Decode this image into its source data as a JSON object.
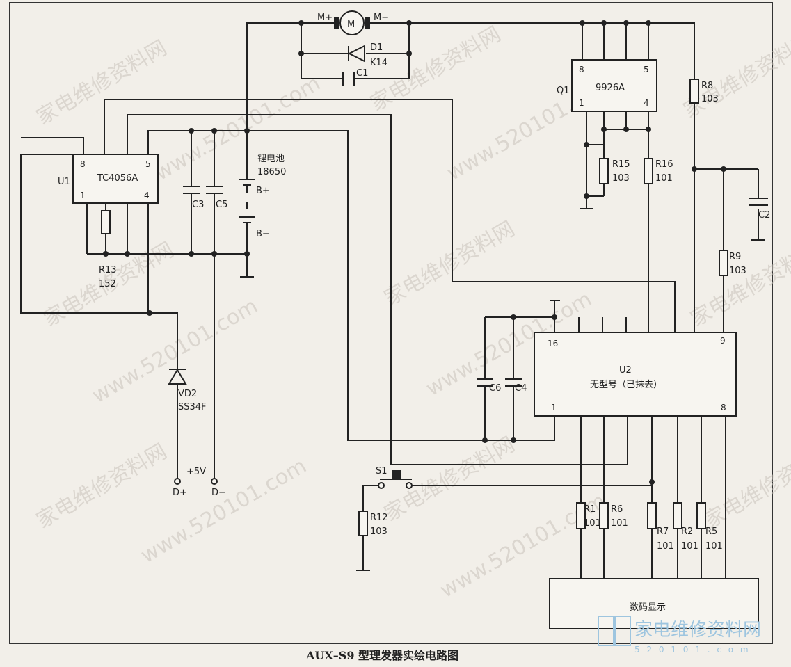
{
  "caption": "AUX–S9 型理发器实绘电路图",
  "watermark": {
    "cn": "家电维修资料网",
    "url": "www.520101.com"
  },
  "logo": {
    "name": "家电维修资料网",
    "url": "5 2 0 1 0 1 . c o m"
  },
  "motor": {
    "name": "M",
    "plus": "M+",
    "minus": "M−"
  },
  "d1": {
    "name": "D1",
    "type": "K14"
  },
  "c1": {
    "name": "C1"
  },
  "u1": {
    "name": "U1",
    "chip": "TC4056A",
    "pin8": "8",
    "pin5": "5",
    "pin1": "1",
    "pin4": "4"
  },
  "q1": {
    "name": "Q1",
    "chip": "9926A",
    "pin8": "8",
    "pin5": "5",
    "pin1": "1",
    "pin4": "4"
  },
  "r13": {
    "name": "R13",
    "value": "152"
  },
  "c3": {
    "name": "C3"
  },
  "c5": {
    "name": "C5"
  },
  "battery": {
    "name": "锂电池",
    "type": "18650",
    "plus": "B+",
    "minus": "B−"
  },
  "r8": {
    "name": "R8",
    "value": "103"
  },
  "r15": {
    "name": "R15",
    "value": "103"
  },
  "r16": {
    "name": "R16",
    "value": "101"
  },
  "c2": {
    "name": "C2"
  },
  "r9": {
    "name": "R9",
    "value": "103"
  },
  "u2": {
    "name": "U2",
    "desc": "无型号（已抹去）",
    "pin16": "16",
    "pin9": "9",
    "pin1": "1",
    "pin8": "8"
  },
  "c6": {
    "name": "C6"
  },
  "c4": {
    "name": "C4"
  },
  "vd2": {
    "name": "VD2",
    "type": "SS34F"
  },
  "usb": {
    "v": "+5V",
    "dplus": "D+",
    "dminus": "D−"
  },
  "s1": {
    "name": "S1"
  },
  "r12": {
    "name": "R12",
    "value": "103"
  },
  "r1": {
    "name": "R1",
    "value": "101"
  },
  "r6": {
    "name": "R6",
    "value": "101"
  },
  "r7": {
    "name": "R7",
    "value": "101"
  },
  "r2": {
    "name": "R2",
    "value": "101"
  },
  "r5": {
    "name": "R5",
    "value": "101"
  },
  "display": {
    "name": "数码显示"
  }
}
